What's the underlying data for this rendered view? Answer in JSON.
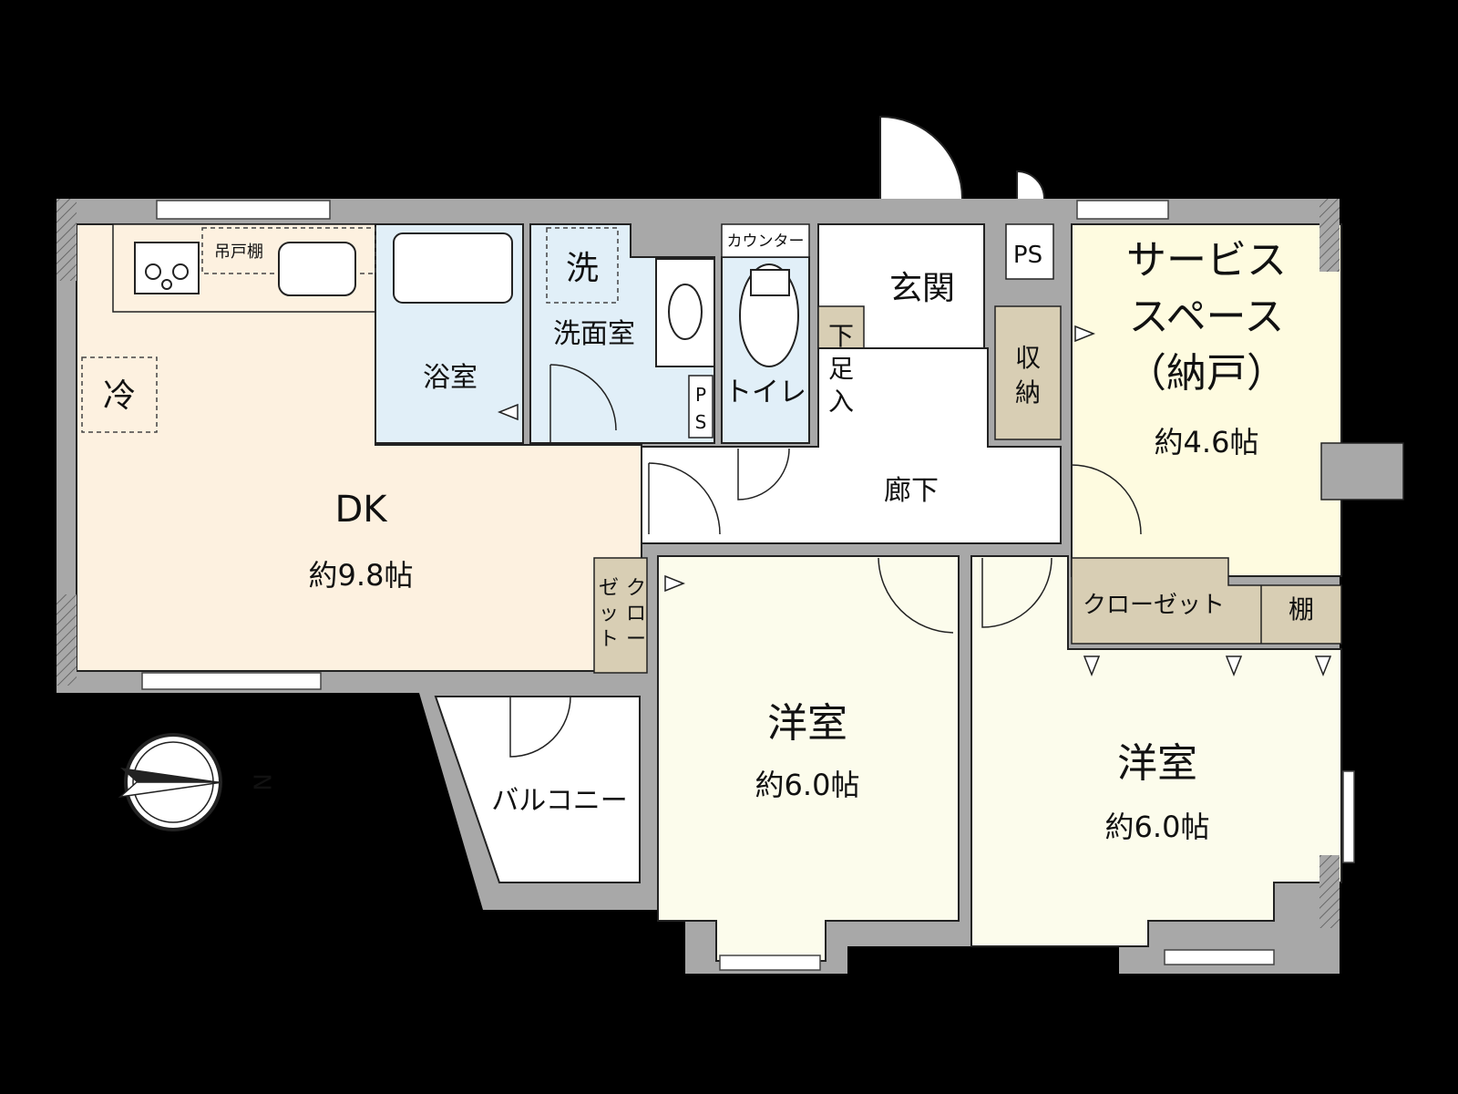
{
  "rooms": {
    "dk": {
      "name": "DK",
      "size": "約9.8帖"
    },
    "service": {
      "line1": "サービス",
      "line2": "スペース",
      "line3": "（納戸）",
      "size": "約4.6帖"
    },
    "western1": {
      "name": "洋室",
      "size": "約6.0帖"
    },
    "western2": {
      "name": "洋室",
      "size": "約6.0帖"
    },
    "bath": {
      "name": "浴室"
    },
    "washroom": {
      "name": "洗面室"
    },
    "toilet": {
      "name": "トイレ"
    },
    "entrance": {
      "name": "玄関"
    },
    "hallway": {
      "name": "廊下"
    },
    "balcony": {
      "name": "バルコニー"
    }
  },
  "fixtures": {
    "hanging_shelf": "吊戸棚",
    "fridge": "冷",
    "washer": "洗",
    "counter": "カウンター",
    "shoe_box": [
      "下",
      "足",
      "入"
    ],
    "storage": [
      "収",
      "納"
    ],
    "closet_small": [
      "ク",
      "ロ",
      "ー",
      "ゼ",
      "ッ",
      "ト"
    ],
    "closet_big": "クローゼット",
    "shelf": "棚",
    "ps_top": "PS",
    "ps_wash": [
      "P",
      "S"
    ]
  },
  "compass": {
    "label": "N"
  },
  "colors": {
    "background": "#000000",
    "wall": "#a8a8a8",
    "dk_floor": "#fdf1e0",
    "service_floor": "#fefbe0",
    "western_floor": "#fcfcec",
    "wet_floor": "#e1eff8",
    "storage": "#d8ceb4",
    "plain_floor": "#ffffff"
  }
}
